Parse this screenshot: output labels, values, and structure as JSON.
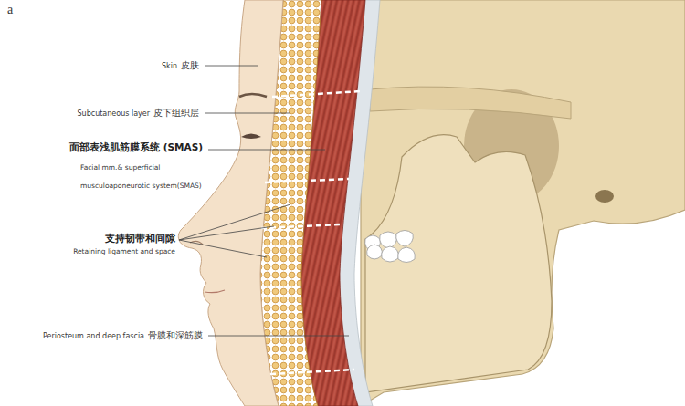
{
  "diagram": {
    "labels": [
      "a",
      "Skin",
      "皮肤",
      "Subcutaneous layer",
      "皮下组织层",
      "面部表浅肌筋膜系统 (SMAS)",
      "Facial mm.& superficial musculoaponeurotic system(SMAS)",
      "支持韧带和间隙",
      "Retaining ligament and space",
      "Periosteum and deep fascia",
      "骨膜和深筋膜"
    ]
  }
}
